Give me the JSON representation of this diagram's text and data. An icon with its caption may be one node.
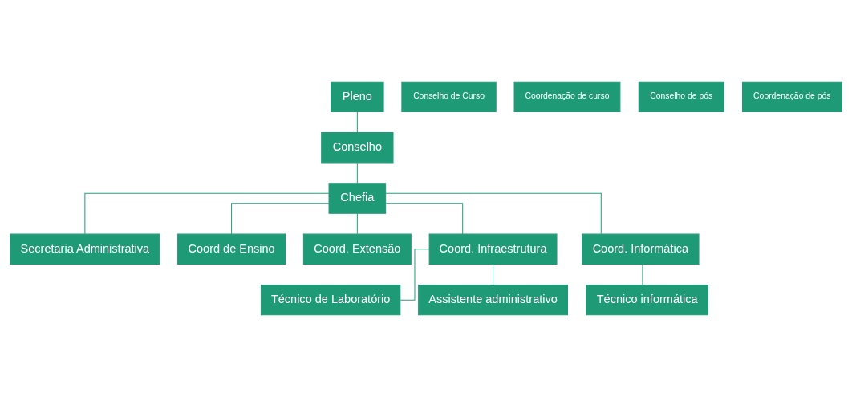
{
  "diagram": {
    "nodes": [
      {
        "text": [
          "Pleno"
        ]
      },
      {
        "text": [
          "Conselho"
        ]
      },
      {
        "text": [
          "Chefia"
        ]
      },
      {
        "text": [
          "Secretaria Administrativa"
        ]
      },
      {
        "text": [
          "Coord de Ensino"
        ]
      },
      {
        "text": [
          "Coord. Extensão"
        ]
      },
      {
        "text": [
          "Coord. Infraestrutura"
        ]
      },
      {
        "text": [
          "Coord. Informática"
        ]
      },
      {
        "text": [
          "Técnico de Laboratório"
        ]
      },
      {
        "text": [
          "Assistente administrativo"
        ]
      },
      {
        "text": [
          "Técnico informática"
        ]
      },
      {
        "text": [
          "Conselho de Curso"
        ]
      },
      {
        "text": [
          "Coordenação de curso"
        ]
      },
      {
        "text": [
          "Conselho de pós"
        ]
      },
      {
        "text": [
          "Coordenação de pós"
        ]
      }
    ],
    "edges": [
      {
        "from": 0,
        "to": 1,
        "arrow": "none"
      },
      {
        "from": 1,
        "to": 2,
        "arrow": "none"
      },
      {
        "from": 2,
        "to": 3,
        "arrow": "none"
      },
      {
        "from": 2,
        "to": 4,
        "arrow": "none"
      },
      {
        "from": 2,
        "to": 5,
        "arrow": "none"
      },
      {
        "from": 2,
        "to": 6,
        "arrow": "none"
      },
      {
        "from": 2,
        "to": 7,
        "arrow": "none"
      },
      {
        "from": 6,
        "to": 8,
        "arrow": "none"
      },
      {
        "from": 6,
        "to": 9,
        "arrow": "none"
      },
      {
        "from": 7,
        "to": 10,
        "arrow": "none"
      }
    ]
  }
}
